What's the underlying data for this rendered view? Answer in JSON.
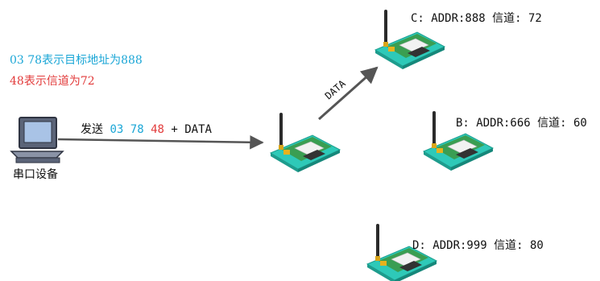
{
  "notes": {
    "line1": {
      "prefix": "03 78",
      "rest": "表示目标地址为888"
    },
    "line2": "48表示信道为72"
  },
  "serial_device": {
    "label": "串口设备"
  },
  "send_label": {
    "prefix": "发送",
    "addr_hi": "03",
    "addr_lo": "78",
    "channel": "48",
    "suffix": "+ DATA"
  },
  "data_arrow_label": "DATA",
  "nodes": {
    "c": "C: ADDR:888 信道: 72",
    "b": "B: ADDR:666 信道: 60",
    "d": "D: ADDR:999 信道: 80"
  },
  "colors": {
    "addr": "#1aa6d6",
    "channel": "#e23b3b",
    "module_base": "#2ec9b8",
    "arrow": "#555555"
  }
}
